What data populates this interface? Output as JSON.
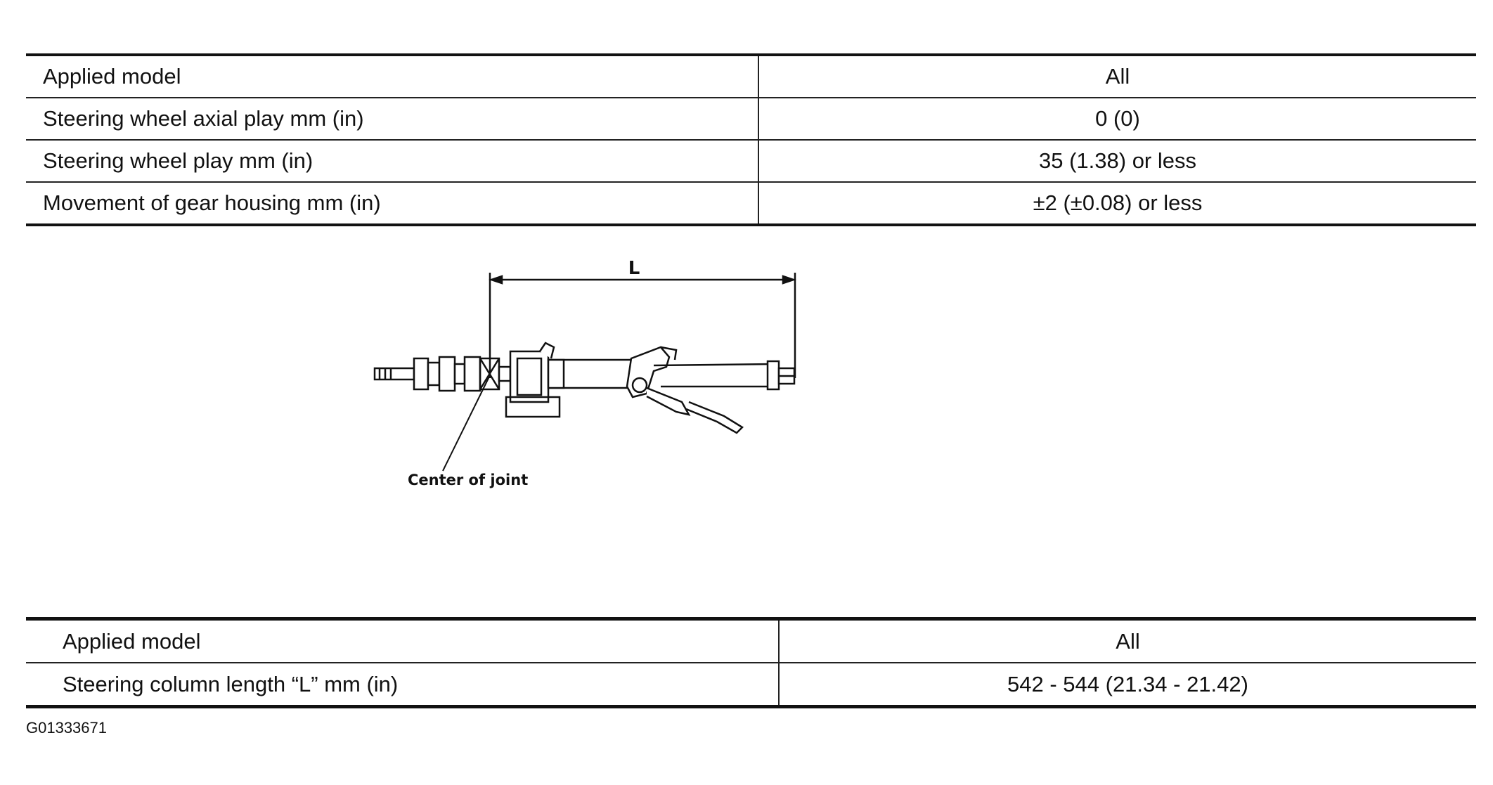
{
  "spec_table_1": {
    "rows": [
      {
        "label": "Applied model",
        "value": "All"
      },
      {
        "label": "Steering wheel axial play    mm (in)",
        "value": "0 (0)"
      },
      {
        "label": "Steering wheel play    mm (in)",
        "value": "35 (1.38) or less"
      },
      {
        "label": "Movement of gear housing    mm (in)",
        "value": "±2 (±0.08) or less"
      }
    ]
  },
  "diagram": {
    "dimension_label": "L",
    "callout_label": "Center of joint"
  },
  "spec_table_2": {
    "rows": [
      {
        "label": "Applied model",
        "value": "All"
      },
      {
        "label": "Steering column length “L”    mm (in)",
        "value": "542 - 544 (21.34 - 21.42)"
      }
    ]
  },
  "figure_id": "G01333671"
}
